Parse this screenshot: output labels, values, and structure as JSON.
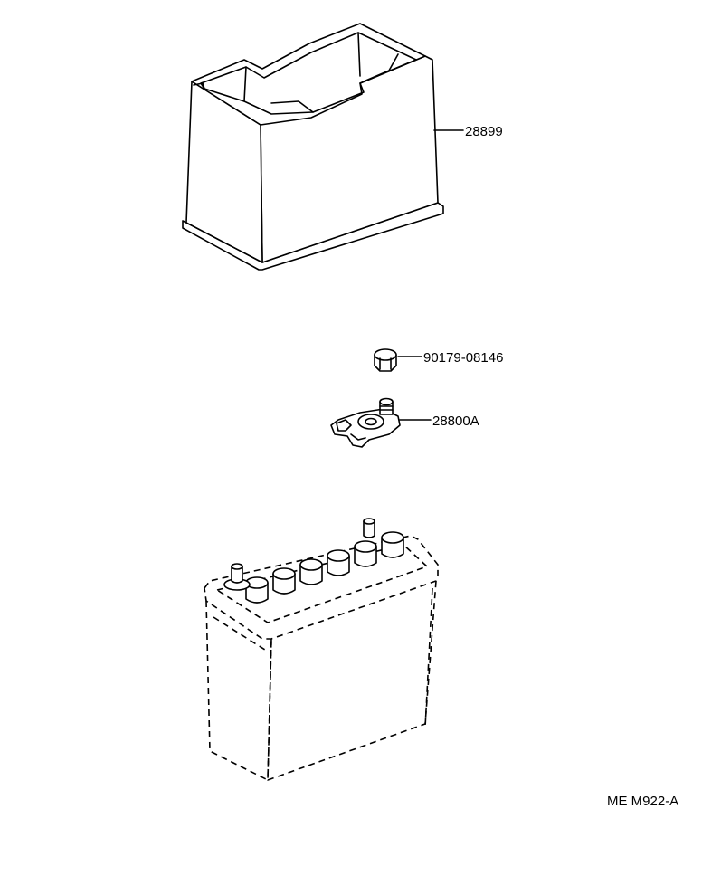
{
  "parts": [
    {
      "part_number": "28899"
    },
    {
      "part_number": "90179-08146"
    },
    {
      "part_number": "28800A"
    }
  ],
  "diagram_code": "ME M922-A"
}
